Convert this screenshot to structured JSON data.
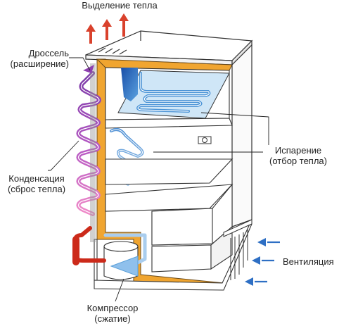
{
  "labels": {
    "heat_release": "Выделение тепла",
    "throttle": "Дроссель",
    "throttle_sub": "(расширение)",
    "condensation": "Конденсация",
    "condensation_sub": "(сброс тепла)",
    "evaporation": "Испарение",
    "evaporation_sub": "(отбор тепла)",
    "ventilation": "Вентиляция",
    "compressor": "Компрессор",
    "compressor_sub": "(сжатие)"
  },
  "colors": {
    "heat_arrow": "#d9412c",
    "insulation": "#f0a530",
    "insulation_edge": "#6a4a1a",
    "cold_refrigerant": "#5a9fd8",
    "evaporator": "#2a6fc0",
    "evaporator_panel": "#cfe6f7",
    "condenser_hot": "#8e3fb0",
    "condenser_warm": "#e77cc0",
    "hot_pipe": "#cc2a1a",
    "vent_arrow": "#2e6fc4",
    "cabinet_line": "#333333"
  }
}
